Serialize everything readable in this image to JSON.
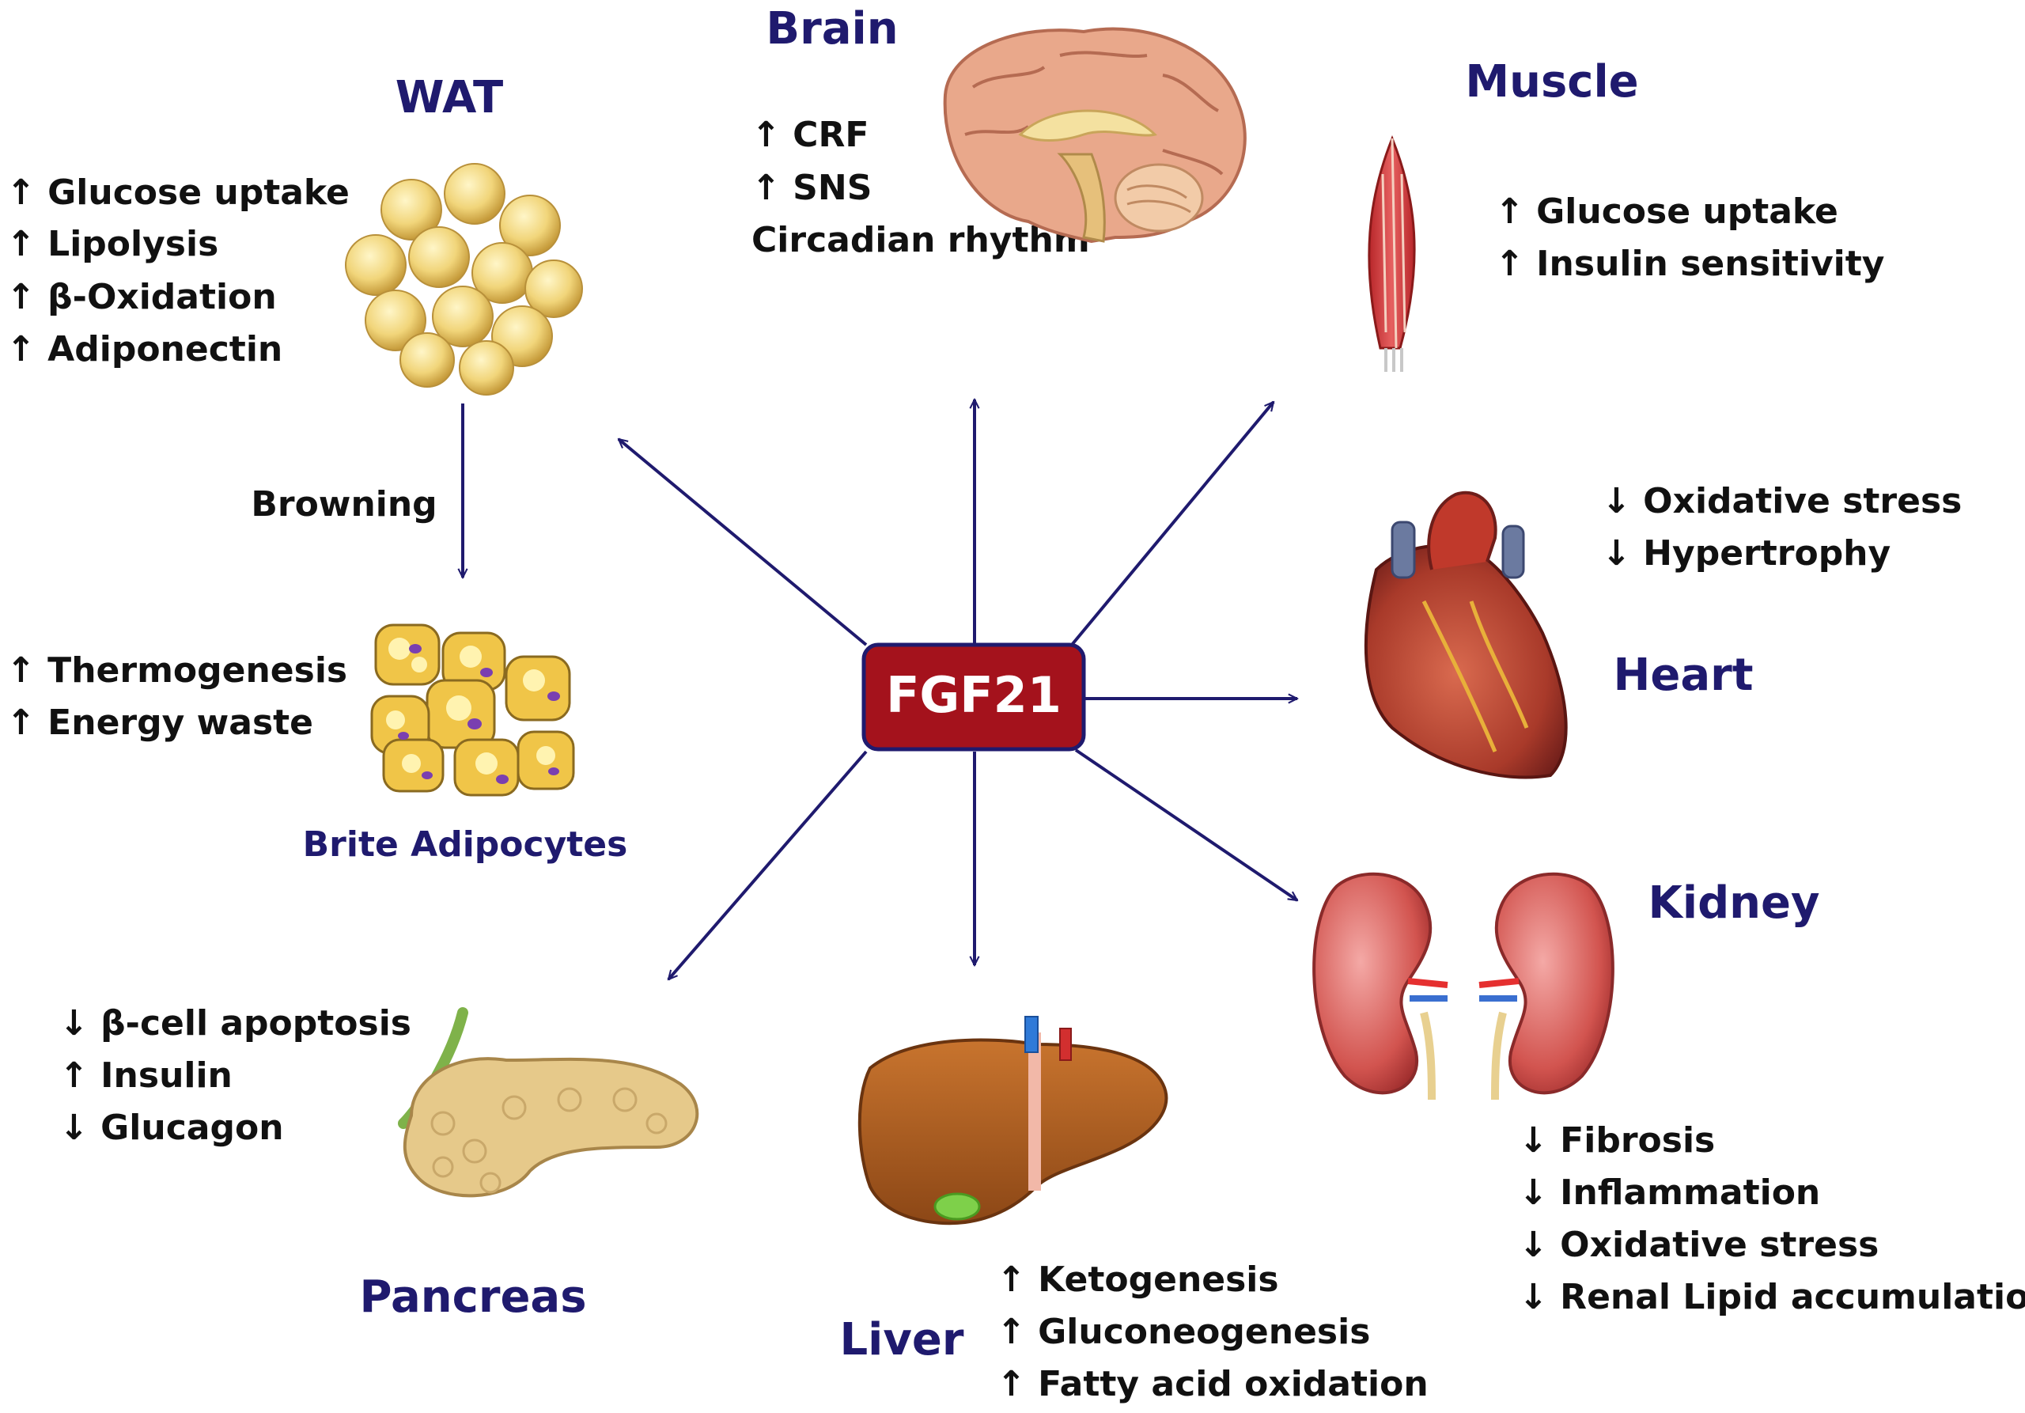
{
  "center": {
    "label": "FGF21"
  },
  "colors": {
    "center_fill": "#a4121c",
    "center_border": "#1f1a6e",
    "arrow": "#1f1a6e",
    "title": "#1f1a6e",
    "text": "#111111"
  },
  "wat": {
    "title": "WAT",
    "effects": [
      "↑ Glucose uptake",
      "↑ Lipolysis",
      "↑ β-Oxidation",
      "↑ Adiponectin"
    ]
  },
  "browning": {
    "label": "Browning"
  },
  "brite": {
    "title": "Brite Adipocytes",
    "effects": [
      "↑ Thermogenesis",
      "↑ Energy waste"
    ]
  },
  "brain": {
    "title": "Brain",
    "effects": [
      "↑ CRF",
      "↑ SNS",
      "Circadian rhythm"
    ]
  },
  "muscle": {
    "title": "Muscle",
    "effects": [
      "↑ Glucose uptake",
      "↑ Insulin sensitivity"
    ]
  },
  "heart": {
    "title": "Heart",
    "effects": [
      "↓ Oxidative stress",
      "↓ Hypertrophy"
    ]
  },
  "kidney": {
    "title": "Kidney",
    "effects": [
      "↓ Fibrosis",
      "↓ Inflammation",
      "↓ Oxidative stress",
      "↓ Renal Lipid accumulation"
    ]
  },
  "pancreas": {
    "title": "Pancreas",
    "effects": [
      "↓ β-cell apoptosis",
      "↑ Insulin",
      "↓ Glucagon"
    ]
  },
  "liver": {
    "title": "Liver",
    "effects": [
      "↑ Ketogenesis",
      "↑ Gluconeogenesis",
      "↑ Fatty acid oxidation"
    ]
  }
}
